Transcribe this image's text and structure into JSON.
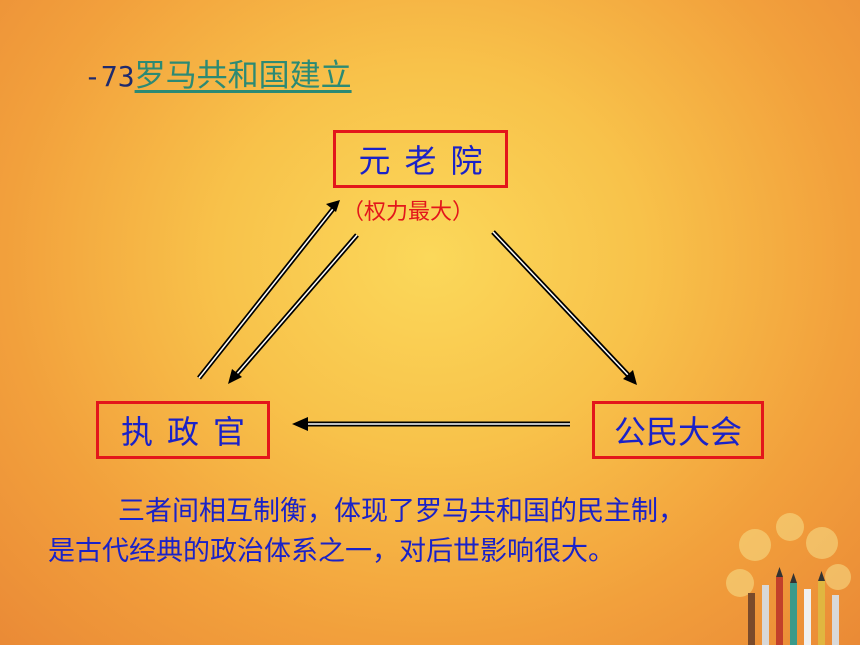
{
  "title": {
    "year": "-73",
    "text": "罗马共和国建立"
  },
  "senate": {
    "label": "元老院",
    "note": "（权力最大）"
  },
  "consul": {
    "label": "执政官"
  },
  "assembly": {
    "label": "公民大会"
  },
  "summary": {
    "line1": "三者间相互制衡，体现了罗马共和国的民主制，",
    "line2": "是古代经典的政治体系之一，对后世影响很大。"
  }
}
